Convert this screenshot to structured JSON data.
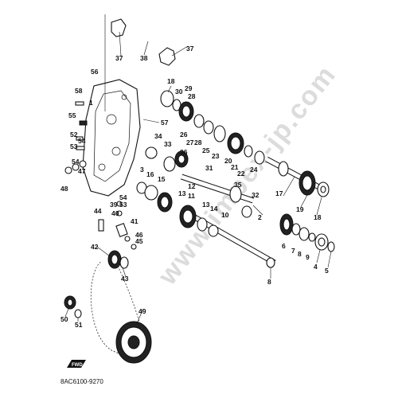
{
  "diagram": {
    "watermark": "www.impex-jp.com",
    "part_code": "8AC6100-9270",
    "fwd_label": "FWD",
    "callouts": {
      "c1": "1",
      "c2": "2",
      "c3": "3",
      "c4": "4",
      "c5": "5",
      "c6": "6",
      "c7": "7",
      "c8a": "8",
      "c8b": "8",
      "c9": "9",
      "c10": "10",
      "c11": "11",
      "c12": "12",
      "c13a": "13",
      "c13b": "13",
      "c14": "14",
      "c15": "15",
      "c16": "16",
      "c17": "17",
      "c18a": "18",
      "c18b": "18",
      "c19": "19",
      "c20": "20",
      "c21": "21",
      "c22": "22",
      "c23": "23",
      "c24": "24",
      "c25": "25",
      "c26": "26",
      "c27": "27",
      "c28a": "28",
      "c28b": "28",
      "c29": "29",
      "c30": "30",
      "c31": "31",
      "c32": "32",
      "c33": "33",
      "c34": "34",
      "c35": "35",
      "c36": "36",
      "c37a": "37",
      "c37b": "37",
      "c38": "38",
      "c39": "39",
      "c40": "40",
      "c41": "41",
      "c42": "42",
      "c43": "43",
      "c44": "44",
      "c45": "45",
      "c46": "46",
      "c47": "47",
      "c48": "48",
      "c49": "49",
      "c50": "50",
      "c51": "51",
      "c52": "52",
      "c53": "53",
      "c54a": "54",
      "c54b": "54",
      "c55": "55",
      "c56": "56",
      "c57": "57",
      "c58": "58"
    }
  }
}
